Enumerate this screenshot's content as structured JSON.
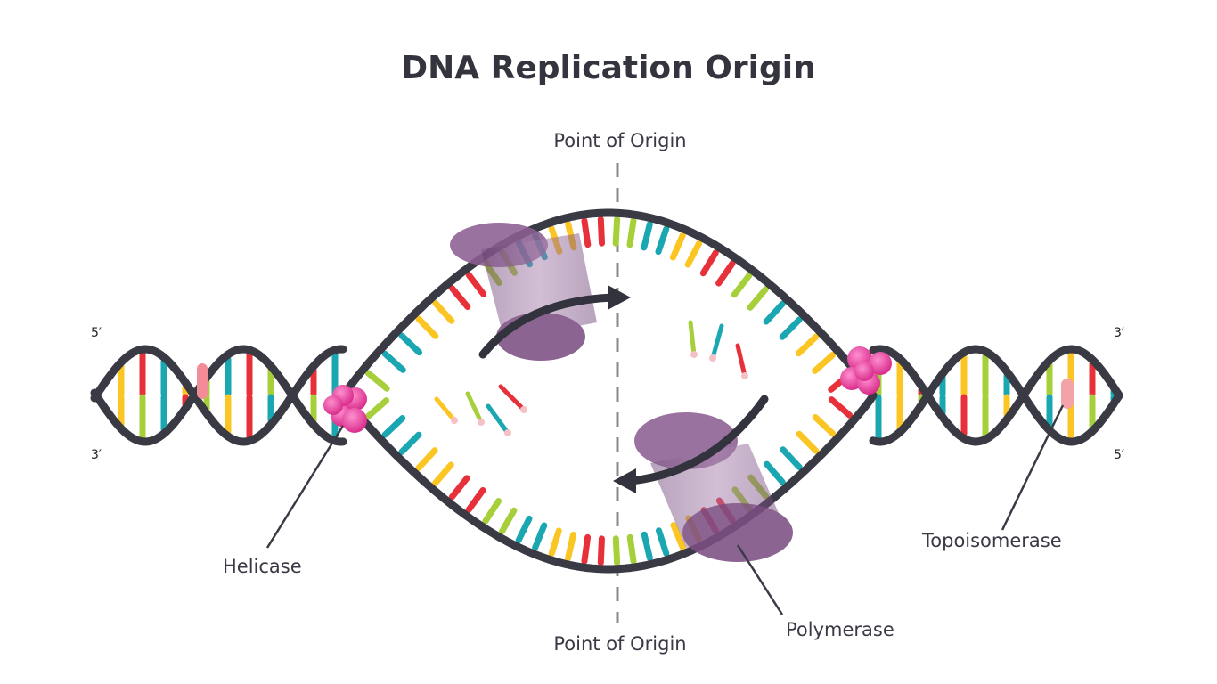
{
  "title": "DNA Replication Origin",
  "labels": {
    "origin_top": "Point of Origin",
    "origin_bottom": "Point of Origin",
    "helicase": "Helicase",
    "topoisomerase": "Topoisomerase",
    "polymerase": "Polymerase"
  },
  "strand_ends": {
    "left_top": "5′",
    "left_bottom": "3′",
    "right_top": "3′",
    "right_bottom": "5′"
  },
  "colors": {
    "backbone": "#3a3a44",
    "base_red": "#e8303a",
    "base_yellow": "#fbc623",
    "base_green": "#a6cf3a",
    "base_teal": "#1aa7b1",
    "helicase": "#e43e9c",
    "topoisomerase": "#f3a2a8",
    "polymerase": "#8c5f92",
    "origin_line": "#8a8a8a"
  }
}
